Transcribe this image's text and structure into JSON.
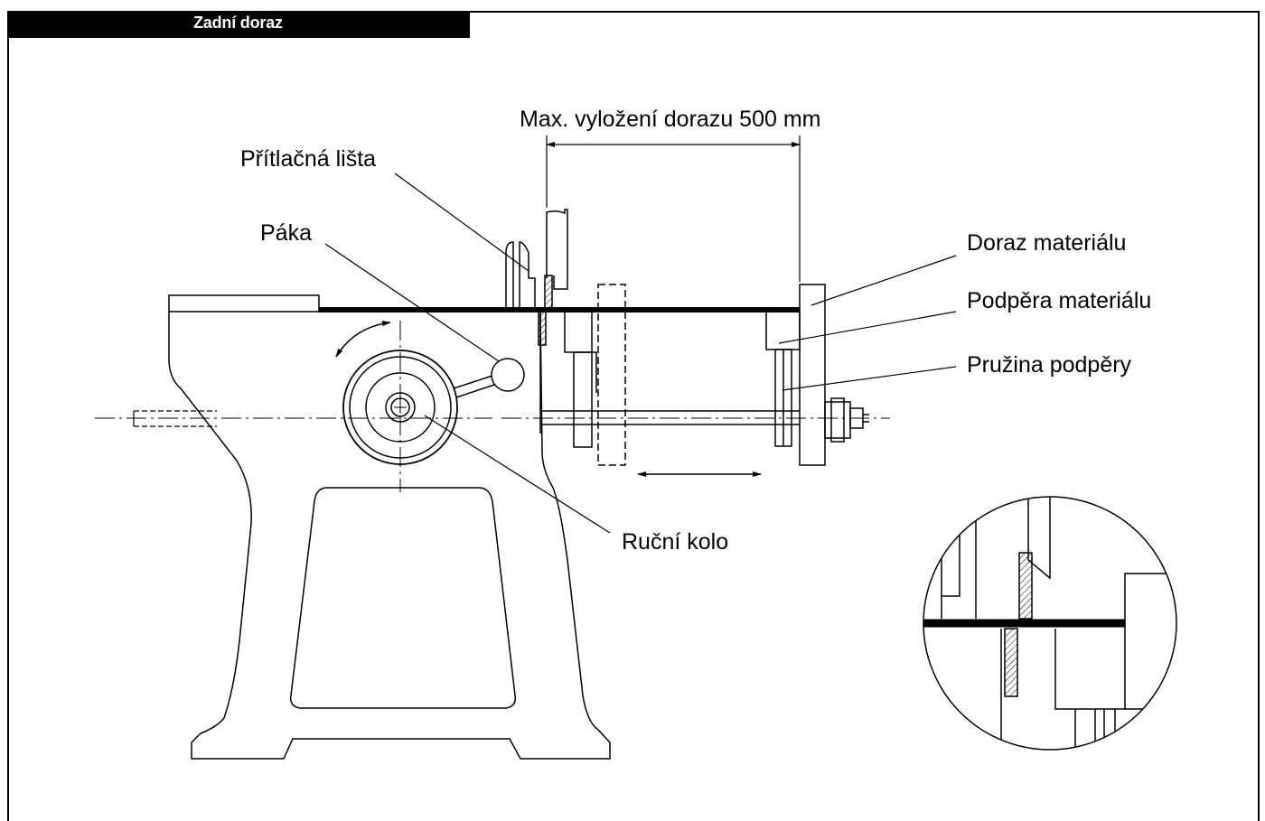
{
  "header": {
    "title": "Zadní doraz"
  },
  "labels": {
    "max_reach": "Max. vyložení dorazu 500 mm",
    "pressure_bar": "Přítlačná lišta",
    "lever": "Páka",
    "material_stop": "Doraz materiálu",
    "material_support": "Podpěra materiálu",
    "support_spring": "Pružina podpěry",
    "hand_wheel": "Ruční kolo"
  }
}
